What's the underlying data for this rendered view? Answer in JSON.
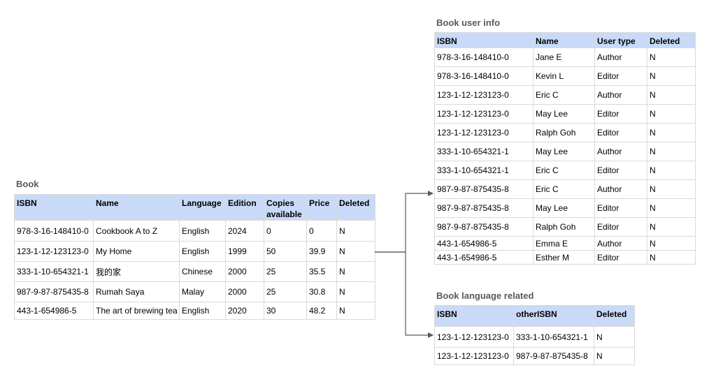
{
  "book": {
    "title": "Book",
    "columns": [
      "ISBN",
      "Name",
      "Language",
      "Edition",
      "Copies available",
      "Price",
      "Deleted"
    ],
    "rows": [
      [
        "978-3-16-148410-0",
        "Cookbook A to Z",
        "English",
        "2024",
        "0",
        "0",
        "N"
      ],
      [
        "123-1-12-123123-0",
        "My Home",
        "English",
        "1999",
        "50",
        "39.9",
        "N"
      ],
      [
        "333-1-10-654321-1",
        "我的家",
        "Chinese",
        "2000",
        "25",
        "35.5",
        "N"
      ],
      [
        "987-9-87-875435-8",
        "Rumah Saya",
        "Malay",
        "2000",
        "25",
        "30.8",
        "N"
      ],
      [
        "443-1-654986-5",
        "The art of brewing tea",
        "English",
        "2020",
        "30",
        "48.2",
        "N"
      ]
    ]
  },
  "book_user_info": {
    "title": "Book user info",
    "columns": [
      "ISBN",
      "Name",
      "User type",
      "Deleted"
    ],
    "rows": [
      [
        "978-3-16-148410-0",
        "Jane E",
        "Author",
        "N"
      ],
      [
        "978-3-16-148410-0",
        "Kevin L",
        "Editor",
        "N"
      ],
      [
        "123-1-12-123123-0",
        "Eric C",
        "Author",
        "N"
      ],
      [
        "123-1-12-123123-0",
        "May Lee",
        "Editor",
        "N"
      ],
      [
        "123-1-12-123123-0",
        "Ralph Goh",
        "Editor",
        "N"
      ],
      [
        "333-1-10-654321-1",
        "May Lee",
        "Author",
        "N"
      ],
      [
        "333-1-10-654321-1",
        "Eric C",
        "Editor",
        "N"
      ],
      [
        "987-9-87-875435-8",
        "Eric C",
        "Author",
        "N"
      ],
      [
        "987-9-87-875435-8",
        "May Lee",
        "Editor",
        "N"
      ],
      [
        "987-9-87-875435-8",
        "Ralph Goh",
        "Editor",
        "N"
      ],
      [
        "443-1-654986-5",
        "Emma E",
        "Author",
        "N"
      ],
      [
        "443-1-654986-5",
        "Esther M",
        "Editor",
        "N"
      ]
    ]
  },
  "book_language_related": {
    "title": "Book language related",
    "columns": [
      "ISBN",
      "otherISBN",
      "Deleted"
    ],
    "rows": [
      [
        "123-1-12-123123-0",
        "333-1-10-654321-1",
        "N"
      ],
      [
        "123-1-12-123123-0",
        "987-9-87-875435-8",
        "N"
      ]
    ]
  },
  "colors": {
    "header_fill": "#c9daf8",
    "title_text": "#595959",
    "connector": "#595959"
  }
}
